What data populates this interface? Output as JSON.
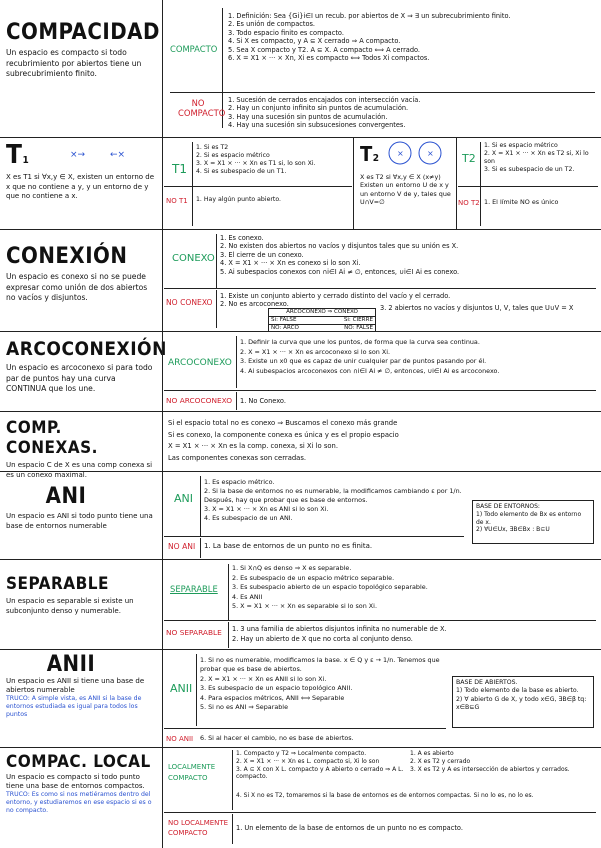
{
  "compacidad": {
    "title": "COMPACIDAD",
    "desc": "Un espacio es compacto si todo recubrimiento por abiertos tiene un subrecubrimiento finito.",
    "yes_label": "COMPACTO",
    "yes_items": [
      "1. Definición: Sea {Gi}i∈I un recub. por abiertos de X ⇒ ∃ un subrecubrimiento finito.",
      "2. Es unión de compactos.",
      "3. Todo espacio finito es compacto.",
      "4. Si X es compacto, y A ⊆ X cerrado ⇒ A compacto.",
      "5. Sea X compacto y T2. A ⊆ X. A compacto ⟺ A cerrado.",
      "6. X = X1 × ··· × Xn, Xi es compacto ⟺ Todos Xi compactos."
    ],
    "no_label": "NO COMPACTO",
    "no_items": [
      "1. Sucesión de cerrados encajados con intersección vacía.",
      "2. Hay un conjunto infinito sin puntos de acumulación.",
      "3. Hay una sucesión sin puntos de acumulación.",
      "4. Hay una sucesión sin subsucesiones convergentes."
    ]
  },
  "t1": {
    "title": "T",
    "sub": "1",
    "desc": "X es T1 si ∀x,y ∈ X, existen un entorno de x que no contiene a y, y un entorno de y que no contiene a x.",
    "yes_label": "T1",
    "yes_items": [
      "1. Si es T2",
      "2. Si es espacio métrico",
      "3. X = X1 × ··· × Xn es T1 si, lo son Xi.",
      "4. Si es subespacio de un T1."
    ],
    "no_label": "NO T1",
    "no_items": [
      "1. Hay algún punto abierto."
    ]
  },
  "t2": {
    "title": "T",
    "sub": "2",
    "desc": "X es T2 si ∀x,y ∈ X (x≠y) Existen un entorno U de x y un entorno V de y, tales que U∩V=∅",
    "yes_label": "T2",
    "yes_items": [
      "1. Si es espacio métrico",
      "2. X = X1 × ··· × Xn es T2 si, Xi lo son",
      "3. Si es subespacio de un T2."
    ],
    "no_label": "NO T2",
    "no_items": [
      "1. El límite NO es único"
    ]
  },
  "conexion": {
    "title": "CONEXIÓN",
    "desc": "Un espacio es conexo si no se puede expresar como unión de dos abiertos no vacíos y disjuntos.",
    "yes_label": "CONEXO",
    "yes_items": [
      "1. Es conexo.",
      "2. No existen dos abiertos no vacíos y disjuntos tales que su unión es X.",
      "3. El cierre de un conexo.",
      "4. X = X1 × ··· × Xn es conexo si lo son Xi.",
      "5. Ai subespacios conexos con ∩i∈I Ai ≠ ∅, entonces, ∪i∈I Ai es conexo."
    ],
    "no_label": "NO CONEXO",
    "no_items": [
      "1. Existe un conjunto abierto y cerrado distinto del vacío y el cerrado.",
      "2. No es arcoconexo.",
      "3. 2 abiertos no vacíos y disjuntos U, V, tales que U∪V = X"
    ],
    "table": [
      "ARCOCONEXO ⇒ CONEXO",
      "Si: FALSE",
      "Si: CIERRE",
      "NO: ARCO",
      "NO: FALSE"
    ]
  },
  "arco": {
    "title": "ARCOCONEXIÓN",
    "desc": "Un espacio es arcoconexo si para todo par de puntos hay una curva CONTINUA que los une.",
    "yes_label": "ARCOCONEXO",
    "yes_items": [
      "1. Definir la curva que une los puntos, de forma que la curva sea continua.",
      "2. X = X1 × ··· × Xn es arcoconexo si lo son Xi.",
      "3. Existe un x0 que es capaz de unir cualquier par de puntos pasando por él.",
      "4. Ai subespacios arcoconexos con ∩i∈I Ai ≠ ∅, entonces, ∪i∈I Ai es arcoconexo."
    ],
    "no_label": "NO ARCOCONEXO",
    "no_items": [
      "1. No Conexo."
    ]
  },
  "compconexas": {
    "title": "COMP. CONEXAS.",
    "desc": "Un espacio C de X es una comp conexa si es un conexo maximal.",
    "lines": [
      "Si el espacio total no es conexo ⇒ Buscamos el conexo más grande",
      "Si es conexo, la componente conexa es única y es el propio espacio",
      "X = X1 × ··· × Xn es la comp. conexa, si Xi lo son.",
      "Las componentes conexas son cerradas."
    ]
  },
  "ani": {
    "title": "ANI",
    "desc": "Un espacio es ANI si todo punto tiene una base de entornos numerable",
    "yes_label": "ANI",
    "yes_items": [
      "1. Es espacio métrico.",
      "2. Si la base de entornos no es numerable, la modificamos cambiando ε por 1/n.",
      "   Después, hay que probar que es base de entornos.",
      "3. X = X1 × ··· × Xn es ANI si lo son Xi.",
      "4. Es subespacio de un ANI."
    ],
    "no_label": "NO ANI",
    "no_items": [
      "1. La base de entornos de un punto no es finita."
    ],
    "box": [
      "BASE DE ENTORNOS:",
      "1) Todo elemento de Bx es entorno de x.",
      "2) ∀U∈Ux, ∃B∈Bx : B⊆U"
    ]
  },
  "separable": {
    "title": "SEPARABLE",
    "desc": "Un espacio es separable si existe un subconjunto denso y numerable.",
    "yes_label": "SEPARABLE",
    "yes_items": [
      "1. Si X∩Q es denso ⇒ X es separable.",
      "2. Es subespacio de un espacio métrico separable.",
      "3. Es subespacio abierto de un espacio topológico separable.",
      "4. Es ANII",
      "5. X = X1 × ··· × Xn es separable si lo son Xi."
    ],
    "no_label": "NO SEPARABLE",
    "no_items": [
      "1. 3 una familia de abiertos disjuntos infinita no numerable de X.",
      "2. Hay un abierto de X que no corta al conjunto denso."
    ]
  },
  "anii": {
    "title": "ANII",
    "desc": "Un espacio es ANII si tiene una base de abiertos numerable",
    "note": "TRUCO: A simple vista, es ANII si la base de entornos estudiada es igual para todos los puntos",
    "yes_label": "ANII",
    "yes_items": [
      "1. Si no es numerable, modificamos la base. x ∈ Q y ε → 1/n. Tenemos que",
      "   probar que es base de abiertos.",
      "2. X = X1 × ··· × Xn es ANII si lo son Xi.",
      "3. Es subespacio de un espacio topológico ANII.",
      "4. Para espacios métricos, ANII ⟺ Separable",
      "5. Si no es ANI ⇒ Separable",
      "6. Si al hacer el cambio, no es base de abiertos."
    ],
    "no_label": "NO ANII",
    "box": [
      "BASE DE ABIERTOS.",
      "1) Todo elemento de la base es abierto.",
      "2) ∀ abierto G de X, y todo x∈G, ∃B∈β tq: x∈B⊆G"
    ]
  },
  "local": {
    "title": "COMPAC. LOCAL",
    "desc": "Un espacio es compacto si todo punto tiene una base de entornos compactos.",
    "note": "TRUCO: Es como si nos metiéramos dentro del entorno, y estudiaremos en ese espacio si es o no compacto.",
    "yes_label": "LOCALMENTE COMPACTO",
    "yes_items": [
      "1. Compacto y T2 ⇒ Localmente compacto.",
      "2. X = X1 × ··· × Xn es L. compacto si, Xi lo son",
      "3. A ⊆ X con X L. compacto y A abierto o cerrado ⇒ A L. compacto.",
      "4. Si X no es T2, tomaremos si la base de entornos es de entornos compactas. Si no lo es, no lo es."
    ],
    "extra_items": [
      "1. A es abierto",
      "2. X es T2 y cerrado",
      "3. X es T2 y A es intersección de abiertos y cerrados."
    ],
    "no_label": "NO LOCALMENTE COMPACTO",
    "no_items": [
      "1. Un elemento de la base de entornos de un punto no es compacto."
    ]
  },
  "colors": {
    "green": "#1d9b5a",
    "red": "#d0202e",
    "blue": "#2a52d0"
  }
}
